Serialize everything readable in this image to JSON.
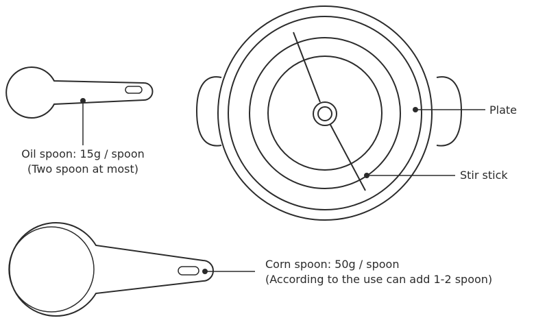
{
  "labels": {
    "oil_spoon_line1": "Oil spoon: 15g / spoon",
    "oil_spoon_line2": "(Two spoon at most)",
    "plate": "Plate",
    "stir_stick": "Stir stick",
    "corn_spoon_line1": "Corn spoon: 50g / spoon",
    "corn_spoon_line2": "(According to the use can add 1-2 spoon)"
  },
  "colors": {
    "line": "#2b2b2b",
    "background": "#ffffff"
  }
}
